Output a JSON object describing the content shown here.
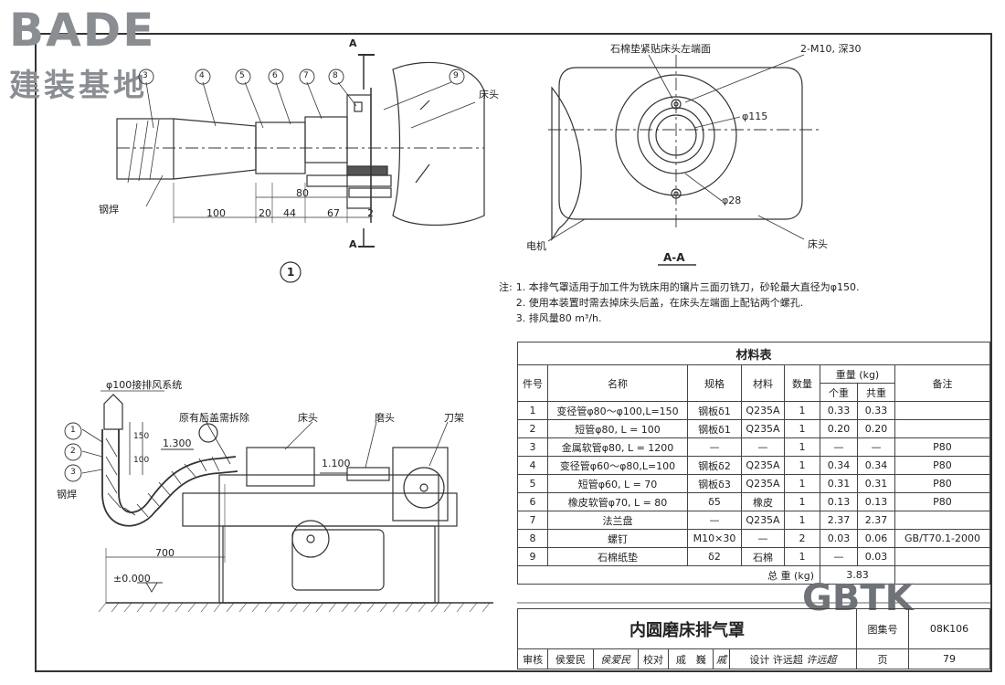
{
  "watermark": {
    "logo_text": "BADE",
    "logo_subtitle": "建装基地",
    "gbtk": "GBTK"
  },
  "section_marks": {
    "top": "A",
    "bottom": "A",
    "view_title": "A-A",
    "detail_number": "1"
  },
  "detail_labels": {
    "balloons": [
      "3",
      "4",
      "5",
      "6",
      "7",
      "8",
      "9"
    ],
    "weld": "钢焊",
    "headstock": "床头",
    "dims": [
      "100",
      "20",
      "44",
      "67",
      "2",
      "80"
    ]
  },
  "section_labels": {
    "gasket": "石棉垫紧贴床头左端面",
    "holes": "2-M10, 深30",
    "d115": "φ115",
    "d28": "φ28",
    "motor": "电机",
    "headstock": "床头"
  },
  "notes": {
    "prefix": "注:",
    "items": [
      "1. 本排气罩适用于加工件为铣床用的镶片三面刃铣刀，砂轮最大直径为φ150.",
      "2. 使用本装置时需去掉床头后盖，在床头左端面上配钻两个螺孔.",
      "3. 排风量80 m³/h."
    ]
  },
  "elevation_labels": {
    "exhaust": "φ100接排风系统",
    "remove_cover": "原有后盖需拆除",
    "headstock": "床头",
    "grinding_head": "磨头",
    "tool_rest": "刀架",
    "slope1": "1.300",
    "slope2": "1.100",
    "dim150": "150",
    "dim100": "100",
    "dim700": "700",
    "level": "±0.000",
    "weld": "钢焊",
    "balloons": [
      "1",
      "2",
      "3"
    ]
  },
  "material_table": {
    "title": "材料表",
    "headers": {
      "no": "件号",
      "name": "名称",
      "spec": "规格",
      "material": "材料",
      "qty": "数量",
      "weight": "重量 (kg)",
      "unit": "个重",
      "total": "共重",
      "remark": "备注"
    },
    "rows": [
      {
        "no": "1",
        "name": "变径管φ80～φ100,L=150",
        "spec": "钢板δ1",
        "material": "Q235A",
        "qty": "1",
        "unit": "0.33",
        "total": "0.33",
        "remark": ""
      },
      {
        "no": "2",
        "name": "短管φ80, L = 100",
        "spec": "钢板δ1",
        "material": "Q235A",
        "qty": "1",
        "unit": "0.20",
        "total": "0.20",
        "remark": ""
      },
      {
        "no": "3",
        "name": "金属软管φ80, L = 1200",
        "spec": "—",
        "material": "—",
        "qty": "1",
        "unit": "—",
        "total": "—",
        "remark": "P80"
      },
      {
        "no": "4",
        "name": "变径管φ60～φ80,L=100",
        "spec": "钢板δ2",
        "material": "Q235A",
        "qty": "1",
        "unit": "0.34",
        "total": "0.34",
        "remark": "P80"
      },
      {
        "no": "5",
        "name": "短管φ60, L = 70",
        "spec": "钢板δ3",
        "material": "Q235A",
        "qty": "1",
        "unit": "0.31",
        "total": "0.31",
        "remark": "P80"
      },
      {
        "no": "6",
        "name": "橡皮软管φ70, L = 80",
        "spec": "δ5",
        "material": "橡皮",
        "qty": "1",
        "unit": "0.13",
        "total": "0.13",
        "remark": "P80"
      },
      {
        "no": "7",
        "name": "法兰盘",
        "spec": "—",
        "material": "Q235A",
        "qty": "1",
        "unit": "2.37",
        "total": "2.37",
        "remark": ""
      },
      {
        "no": "8",
        "name": "螺钉",
        "spec": "M10×30",
        "material": "—",
        "qty": "2",
        "unit": "0.03",
        "total": "0.06",
        "remark": "GB/T70.1-2000"
      },
      {
        "no": "9",
        "name": "石棉纸垫",
        "spec": "δ2",
        "material": "石棉",
        "qty": "1",
        "unit": "—",
        "total": "0.03",
        "remark": ""
      }
    ],
    "total_label": "总 重 (kg)",
    "total_value": "3.83"
  },
  "title_block": {
    "title": "内圆磨床排气罩",
    "atlas_label": "图集号",
    "atlas_no": "08K106",
    "review_label": "审核",
    "reviewer": "侯爱民",
    "reviewer_sig": "侯爱民",
    "check_label": "校对",
    "checker": "戚　巍",
    "checker_sig": "戚",
    "design_label": "设计",
    "designer": "许远超",
    "designer_sig": "许远超",
    "page_label": "页",
    "page_no": "79"
  }
}
